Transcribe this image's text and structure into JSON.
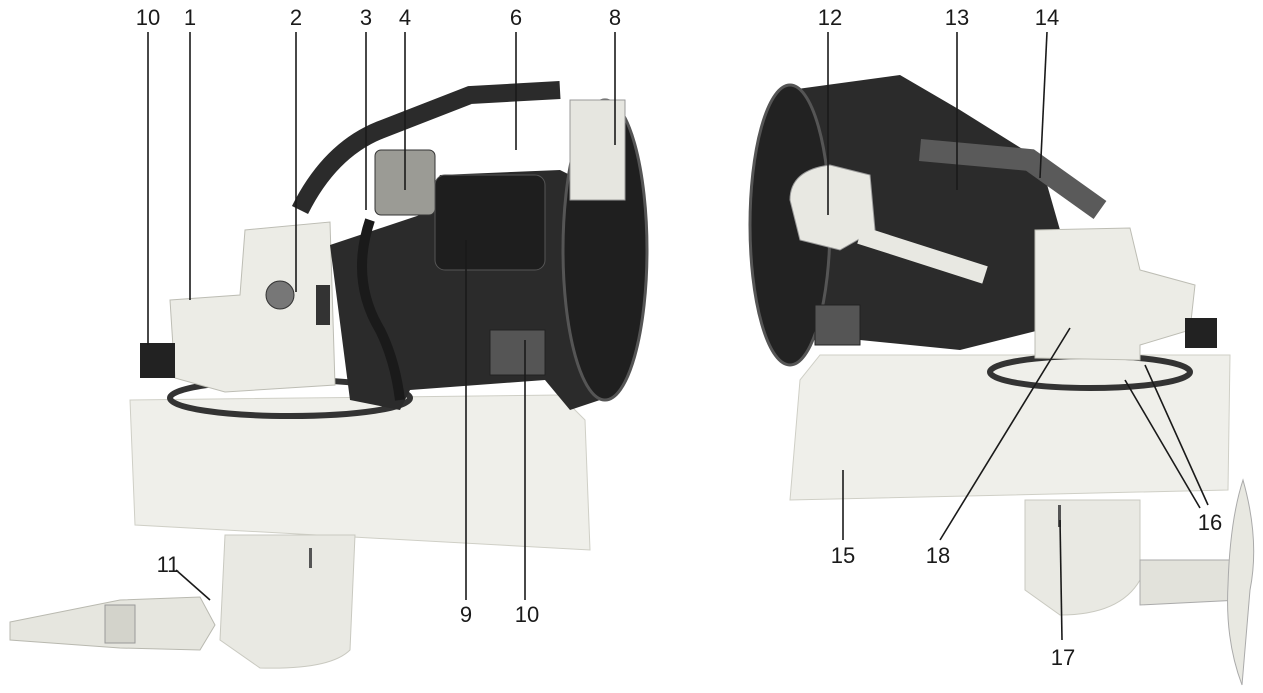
{
  "callouts": {
    "c1": "1",
    "c2": "2",
    "c3": "3",
    "c4": "4",
    "c6": "6",
    "c8": "8",
    "c9": "9",
    "c10a": "10",
    "c10b": "10",
    "c11": "11",
    "c12": "12",
    "c13": "13",
    "c14": "14",
    "c15": "15",
    "c16": "16",
    "c17": "17",
    "c18": "18"
  },
  "colors": {
    "engine_dark": "#2b2b2b",
    "engine_mid": "#555555",
    "housing_light": "#efefea",
    "housing_shade": "#d9d9d2",
    "leader": "#1a1a1a"
  }
}
